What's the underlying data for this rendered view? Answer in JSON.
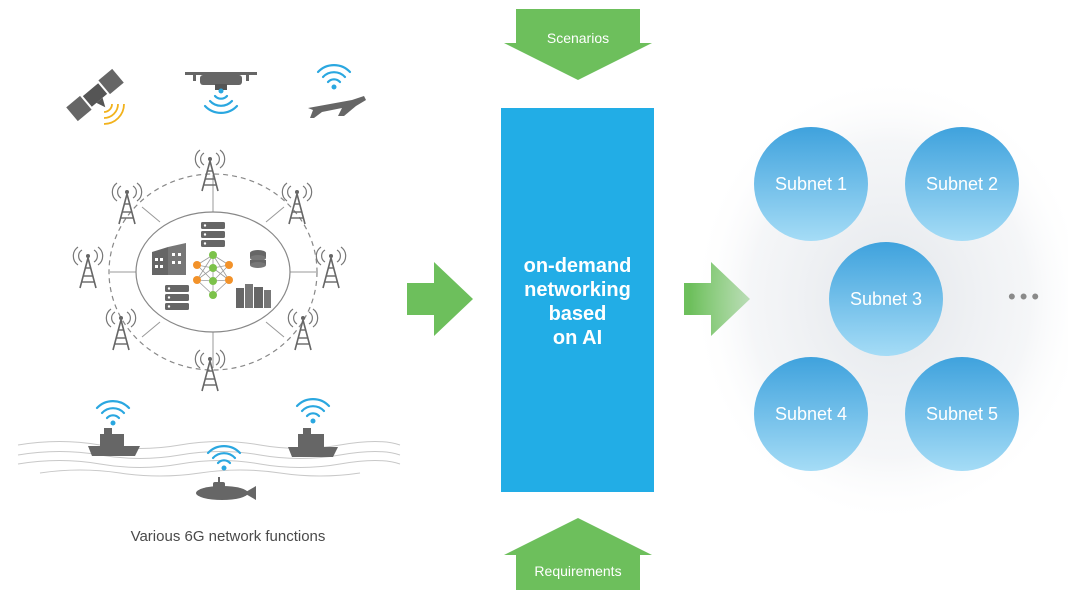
{
  "diagram": {
    "left_panel": {
      "caption": "Various 6G network functions",
      "icons": [
        "satellite-icon",
        "drone-icon",
        "airplane-icon",
        "cell-tower-icon",
        "server-icon",
        "neural-network-icon",
        "database-icon",
        "ship-icon",
        "submarine-icon",
        "wifi-signal-icon"
      ]
    },
    "top_arrow": {
      "label": "Scenarios"
    },
    "bottom_arrow": {
      "label": "Requirements"
    },
    "center_box": {
      "lines": [
        "on-demand",
        "networking",
        "based",
        "on AI"
      ]
    },
    "subnets": [
      {
        "label": "Subnet 1"
      },
      {
        "label": "Subnet 2"
      },
      {
        "label": "Subnet 3"
      },
      {
        "label": "Subnet 4"
      },
      {
        "label": "Subnet 5"
      }
    ],
    "more_indicator": "•••",
    "colors": {
      "arrow_green": "#6dbf5c",
      "box_blue": "#22ade6",
      "subnet_top": "#7dc7ee",
      "subnet_bottom": "#3fa2dd",
      "icon_gray": "#606060",
      "wifi_blue": "#2aa7e0",
      "satellite_yellow": "#f2b21c",
      "node_orange": "#f2922a",
      "node_green": "#7cc24a"
    }
  }
}
